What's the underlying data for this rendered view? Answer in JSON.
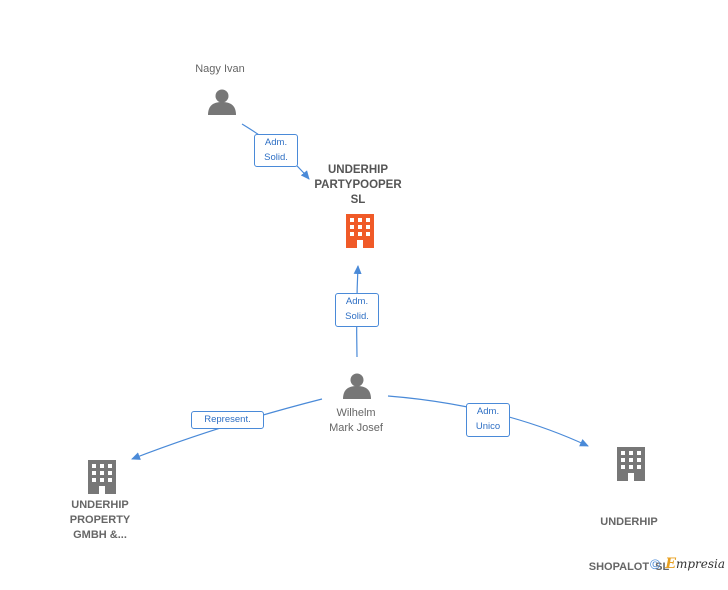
{
  "nodes": {
    "nagy": {
      "label": "Nagy Ivan",
      "kind": "person"
    },
    "partypooper": {
      "label_lines": [
        "UNDERHIP",
        "PARTYPOOPER",
        "SL"
      ],
      "kind": "company",
      "focus": true
    },
    "wilhelm": {
      "label_lines": [
        "Wilhelm",
        "Mark Josef"
      ],
      "kind": "person"
    },
    "property": {
      "label_lines": [
        "UNDERHIP",
        "PROPERTY",
        "GMBH &..."
      ],
      "kind": "company"
    },
    "shopalot": {
      "label_lines": [
        "UNDERHIP",
        "SHOPALOT  SL"
      ],
      "kind": "company"
    }
  },
  "edges": {
    "nagy_to_partypooper": [
      "Adm.",
      "Solid."
    ],
    "wilhelm_to_partypooper": [
      "Adm.",
      "Solid."
    ],
    "wilhelm_to_property": [
      "Represent."
    ],
    "wilhelm_to_shopalot": [
      "Adm.",
      "Unico"
    ]
  },
  "colors": {
    "edge": "#4a8ad8",
    "person_icon": "#777777",
    "company_icon": "#777777",
    "focus_company_icon": "#f05a28"
  },
  "footer": {
    "copyright_symbol": "©",
    "brand_initial": "E",
    "brand_rest": "mpresia"
  }
}
